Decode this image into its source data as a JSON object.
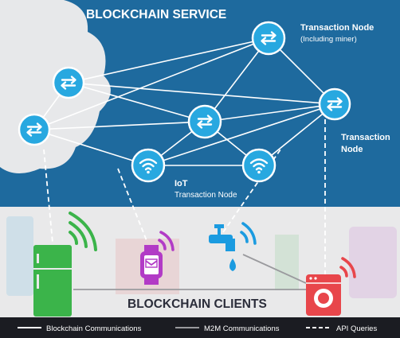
{
  "diagram": {
    "title": "BLOCKCHAIN SERVICE",
    "clients_title": "BLOCKCHAIN CLIENTS",
    "labels": {
      "transaction_node_top": "Transaction Node",
      "transaction_node_top_sub": "(Including miner)",
      "transaction_node_right_line1": "Transaction",
      "transaction_node_right_line2": "Node",
      "iot_line1": "IoT",
      "iot_line2": "Transaction Node"
    }
  },
  "legend": {
    "blockchain": "Blockchain Communications",
    "m2m": "M2M Communications",
    "api": "API Queries"
  },
  "colors": {
    "service_bg": "#1e6a9e",
    "node_fill": "#28a8e0",
    "client_band": "#e9e9ea",
    "fridge": "#3bb44a",
    "watch": "#b23bc6",
    "tap": "#1b9be0",
    "washer": "#e8464b",
    "legend_bg": "#1b1c22"
  },
  "icons": {
    "transaction_node": "arrows-exchange-icon",
    "iot_node": "wifi-icon",
    "fridge": "fridge-icon",
    "watch": "smartwatch-icon",
    "tap": "water-tap-icon",
    "washer": "washing-machine-icon"
  }
}
